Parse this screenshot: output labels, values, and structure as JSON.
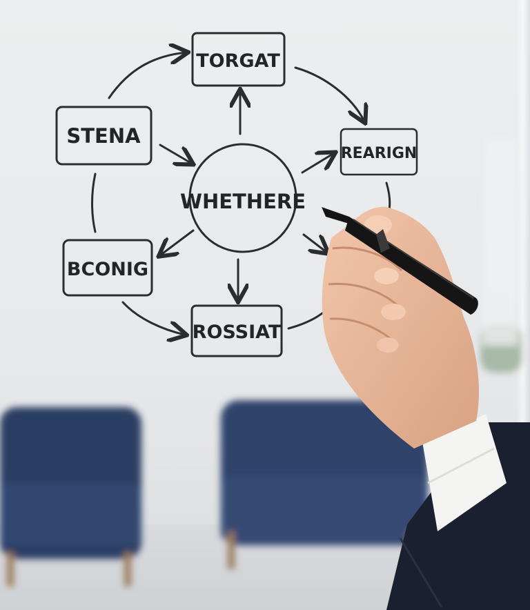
{
  "diagram": {
    "center": "WHETHERE",
    "nodes": {
      "top": "TORGAT",
      "left_upper": "STENA",
      "right": "REARIGN",
      "left_lower": "BCONIG",
      "bottom": "ROSSIAT"
    }
  },
  "colors": {
    "ink": "#2a2c2e",
    "sofa": "#2c3e63",
    "suit": "#1b2030",
    "marker": "#151515"
  },
  "icons": [
    "marker-pen",
    "hand"
  ]
}
